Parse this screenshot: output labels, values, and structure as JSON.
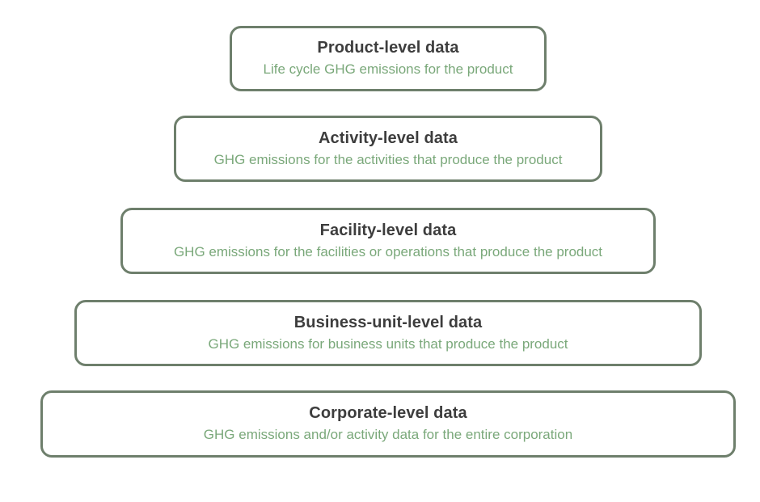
{
  "diagram": {
    "description": "Hierarchy of GHG emissions data levels, from product-level (narrowest, top) to corporate-level (widest, bottom)",
    "colors": {
      "box_border": "#6e7f6c",
      "box_background": "#ffffff",
      "title_text": "#3d3d3d",
      "subtitle_text": "#7aa87a",
      "page_background": "#ffffff"
    },
    "levels": [
      {
        "title": "Product-level data",
        "subtitle": "Life cycle GHG emissions for the product"
      },
      {
        "title": "Activity-level data",
        "subtitle": "GHG emissions for the activities that produce the product"
      },
      {
        "title": "Facility-level data",
        "subtitle": "GHG emissions for the facilities or operations that produce the product"
      },
      {
        "title": "Business-unit-level data",
        "subtitle": "GHG emissions for business units that produce the product"
      },
      {
        "title": "Corporate-level data",
        "subtitle": "GHG emissions and/or activity data for the entire corporation"
      }
    ]
  }
}
